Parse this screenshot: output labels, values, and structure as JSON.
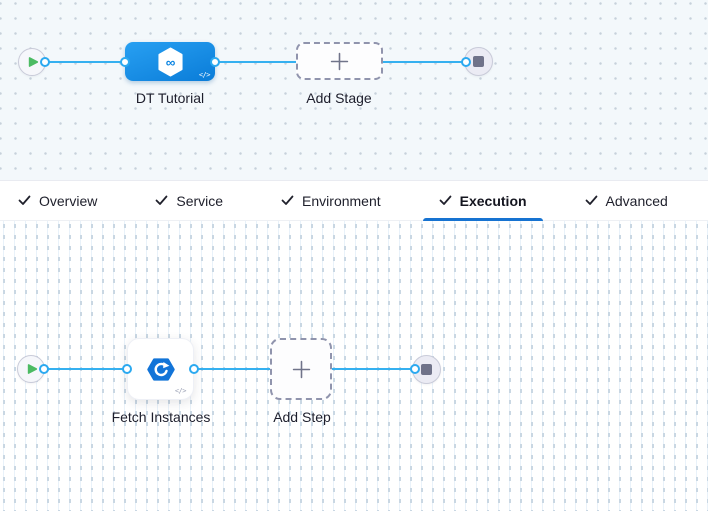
{
  "stage_pipeline": {
    "stage": {
      "label": "DT Tutorial",
      "icon": "pipeline-infinity-hexagon-icon",
      "code_badge": "</>"
    },
    "add_stage": {
      "label": "Add Stage"
    }
  },
  "tabs": [
    {
      "label": "Overview",
      "checked": true,
      "active": false
    },
    {
      "label": "Service",
      "checked": true,
      "active": false
    },
    {
      "label": "Environment",
      "checked": true,
      "active": false
    },
    {
      "label": "Execution",
      "checked": true,
      "active": true
    },
    {
      "label": "Advanced",
      "checked": true,
      "active": false
    }
  ],
  "execution_pipeline": {
    "step": {
      "label": "Fetch Instances",
      "icon": "rolling-update-hexagon-icon",
      "code_badge": "</>"
    },
    "add_step": {
      "label": "Add Step"
    }
  },
  "icons": {
    "infinity_glyph": "∞"
  },
  "colors": {
    "connector_blue": "#35b0f0",
    "stage_blue": "#0b86e0",
    "active_tab_underline": "#1773d1",
    "play_green": "#4cbb63",
    "end_square_gray": "#6f7289"
  }
}
